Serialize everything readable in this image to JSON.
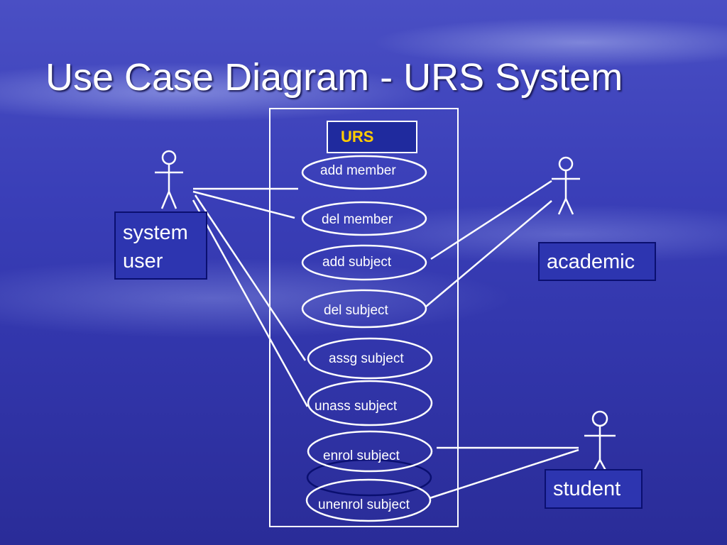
{
  "title": "Use Case Diagram  - URS System",
  "system": {
    "name": "URS"
  },
  "actors": [
    {
      "id": "system-user",
      "label": "system\nuser"
    },
    {
      "id": "academic",
      "label": "academic"
    },
    {
      "id": "student",
      "label": "student"
    }
  ],
  "use_cases": [
    {
      "id": "add-member",
      "label": "add member"
    },
    {
      "id": "del-member",
      "label": "del member"
    },
    {
      "id": "add-subject",
      "label": "add subject"
    },
    {
      "id": "del-subject",
      "label": "del subject"
    },
    {
      "id": "assg-subject",
      "label": "assg subject"
    },
    {
      "id": "unass-subject",
      "label": "unass subject"
    },
    {
      "id": "enrol-subject",
      "label": "enrol subject"
    },
    {
      "id": "unenrol-subject",
      "label": "unenrol subject"
    }
  ],
  "associations": [
    {
      "from": "system-user",
      "to": "add-member"
    },
    {
      "from": "system-user",
      "to": "del-member"
    },
    {
      "from": "system-user",
      "to": "assg-subject"
    },
    {
      "from": "system-user",
      "to": "unass-subject"
    },
    {
      "from": "academic",
      "to": "add-subject"
    },
    {
      "from": "academic",
      "to": "del-subject"
    },
    {
      "from": "student",
      "to": "enrol-subject"
    },
    {
      "from": "student",
      "to": "unenrol-subject"
    }
  ],
  "colors": {
    "line": "#ffffff",
    "system_name": "#ffcc00",
    "background": "#3a3fb8"
  }
}
